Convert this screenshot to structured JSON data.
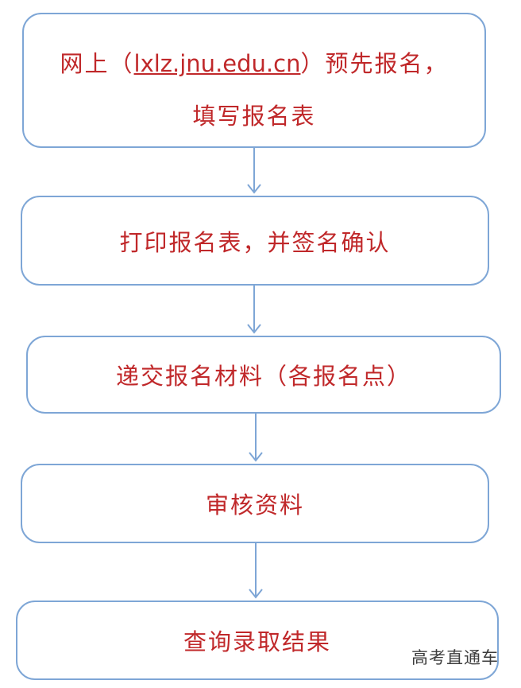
{
  "flow": {
    "steps": [
      {
        "line1_prefix": "网上（",
        "line1_url": "lxlz.jnu.edu.cn",
        "line1_suffix": "）预先报名，",
        "line2": "填写报名表"
      },
      {
        "label": "打印报名表，并签名确认"
      },
      {
        "label": "递交报名材料（各报名点）"
      },
      {
        "label": "审核资料"
      },
      {
        "label": "查询录取结果"
      }
    ]
  },
  "watermark": "高考直通车",
  "colors": {
    "box_border": "#7ea6d6",
    "text": "#c0282a",
    "arrow": "#7ea6d6"
  }
}
